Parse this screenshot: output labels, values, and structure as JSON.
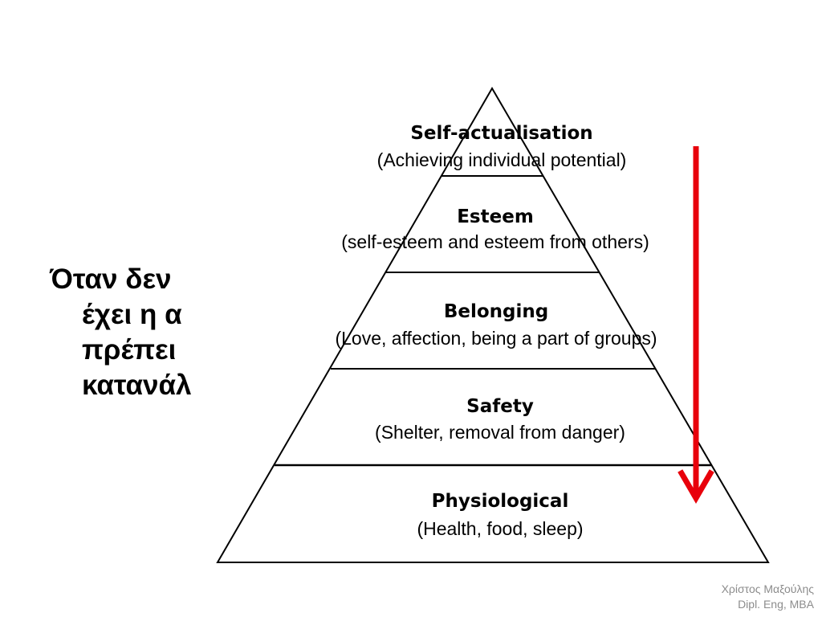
{
  "slide": {
    "text_lines": [
      "Όταν δεν",
      "έχει η α",
      "πρέπει",
      "κατανάλ"
    ]
  },
  "pyramid": {
    "levels": [
      {
        "title": "Self-actualisation",
        "subtitle": "(Achieving individual potential)"
      },
      {
        "title": "Esteem",
        "subtitle": "(self-esteem and esteem from others)"
      },
      {
        "title": "Belonging",
        "subtitle": "(Love, affection, being a part of groups)"
      },
      {
        "title": "Safety",
        "subtitle": "(Shelter, removal from danger)"
      },
      {
        "title": "Physiological",
        "subtitle": "(Health, food, sleep)"
      }
    ],
    "arrow_color": "#e8000b",
    "line_color": "#000000"
  },
  "footer": {
    "author": "Χρίστος Μαξούλης",
    "credentials": "Dipl. Eng, MBA"
  }
}
